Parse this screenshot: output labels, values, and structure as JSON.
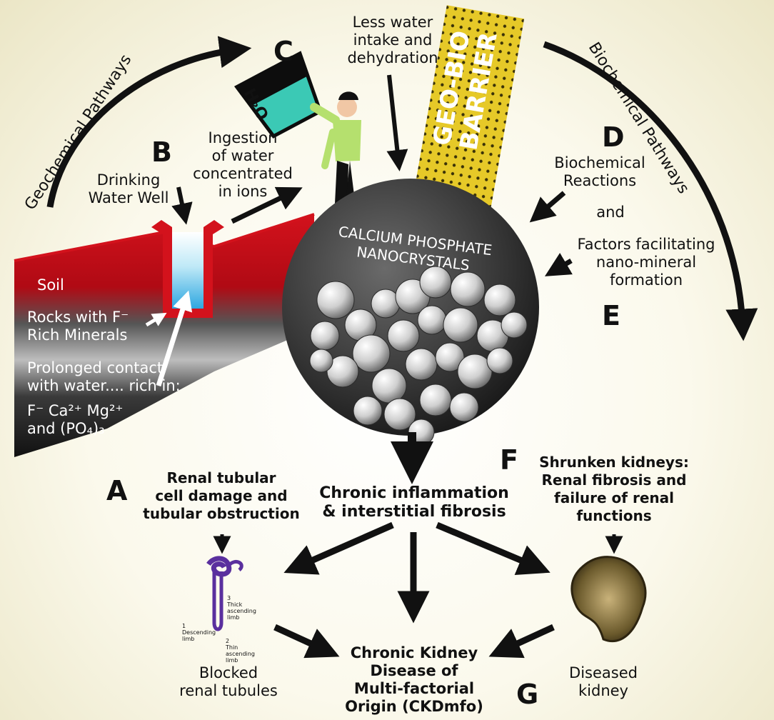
{
  "letters": {
    "a": "A",
    "b": "B",
    "c": "C",
    "d": "D",
    "e": "E",
    "f": "F",
    "g": "G"
  },
  "pathways": {
    "geochemical": "Geochemical Pathways",
    "biochemical": "Biochemical Pathways"
  },
  "barrier": {
    "line1": "GEO-BIO",
    "line2": "BARRIER"
  },
  "water_label": "H₂O",
  "texts": {
    "less_water_1": "Less water",
    "less_water_2": "intake and",
    "less_water_3": "dehydration",
    "ingestion_1": "Ingestion",
    "ingestion_2": "of water",
    "ingestion_3": "concentrated",
    "ingestion_4": "in ions",
    "drinking_1": "Drinking",
    "drinking_2": "Water Well",
    "soil": "Soil",
    "rocks_1": "Rocks with F⁻",
    "rocks_2": "Rich Minerals",
    "prolonged_1": "Prolonged contact",
    "prolonged_2": "with water.... rich in:",
    "ions_1": "F⁻ Ca²⁺ Mg²⁺",
    "ions_2": "and (PO₄)₃",
    "bio_reactions_1": "Biochemical",
    "bio_reactions_2": "Reactions",
    "and": "and",
    "factors_1": "Factors facilitating",
    "factors_2": "nano-mineral",
    "factors_3": "formation",
    "nano_1": "CALCIUM PHOSPHATE",
    "nano_2": "NANOCRYSTALS",
    "renal_1": "Renal tubular",
    "renal_2": "cell damage and",
    "renal_3": "tubular obstruction",
    "chronic_1": "Chronic inflammation",
    "chronic_2": "& interstitial fibrosis",
    "shrunken_1": "Shrunken kidneys:",
    "shrunken_2": "Renal fibrosis and",
    "shrunken_3": "failure of renal",
    "shrunken_4": "functions",
    "blocked_1": "Blocked",
    "blocked_2": "renal tubules",
    "ckd_1": "Chronic Kidney",
    "ckd_2": "Disease of",
    "ckd_3": "Multi-factorial",
    "ckd_4": "Origin (CKDmfo)",
    "diseased_1": "Diseased",
    "diseased_2": "kidney"
  },
  "tubule_labels": {
    "l1": "Descending",
    "l1b": "limb",
    "l2": "Thin",
    "l2b": "ascending",
    "l2c": "limb",
    "l3": "Thick",
    "l3b": "ascending",
    "l3c": "limb",
    "n1": "1",
    "n2": "2",
    "n3": "3"
  },
  "colors": {
    "soil_red": "#d3121c",
    "rock_black": "#151515",
    "barrier_yellow": "#e6c928",
    "water_teal": "#3bc9b5",
    "shirt_green": "#b5e06e",
    "tubule_purple": "#5a2f9e"
  }
}
